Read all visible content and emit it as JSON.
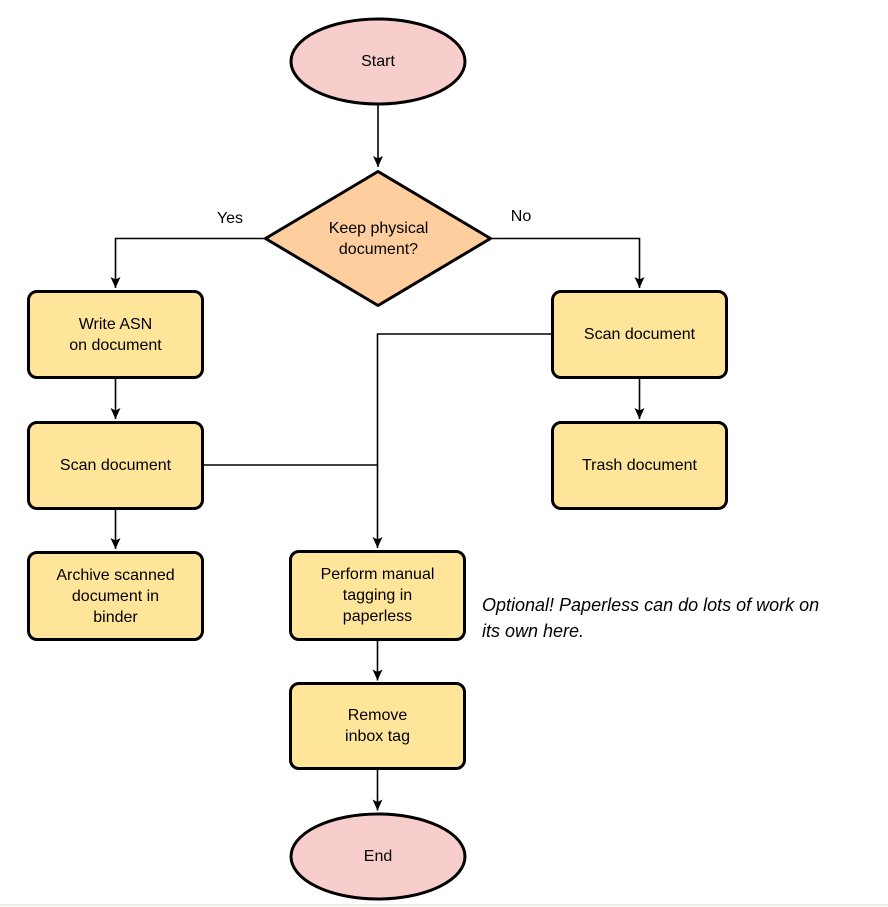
{
  "colors": {
    "terminal_fill": "#f8cecc",
    "process_fill": "#ffe59a",
    "decision_fill": "#ffce9e",
    "stroke": "#000000",
    "background": "#ffffff",
    "footer_line": "#f0ede3"
  },
  "nodes": {
    "start": {
      "label": "Start",
      "type": "terminal"
    },
    "decision": {
      "label": "Keep physical\ndocument?",
      "type": "decision"
    },
    "write_asn": {
      "label": "Write ASN\non document",
      "type": "process"
    },
    "scan_left": {
      "label": "Scan document",
      "type": "process"
    },
    "archive": {
      "label": "Archive scanned\ndocument in\nbinder",
      "type": "process"
    },
    "scan_right": {
      "label": "Scan document",
      "type": "process"
    },
    "trash": {
      "label": "Trash document",
      "type": "process"
    },
    "perform": {
      "label": "Perform manual\ntagging in\npaperless",
      "type": "process"
    },
    "remove": {
      "label": "Remove\ninbox tag",
      "type": "process"
    },
    "end": {
      "label": "End",
      "type": "terminal"
    }
  },
  "edges": {
    "yes_label": "Yes",
    "no_label": "No"
  },
  "annotation": {
    "text": "Optional! Paperless can do lots of work on\nits own here."
  }
}
